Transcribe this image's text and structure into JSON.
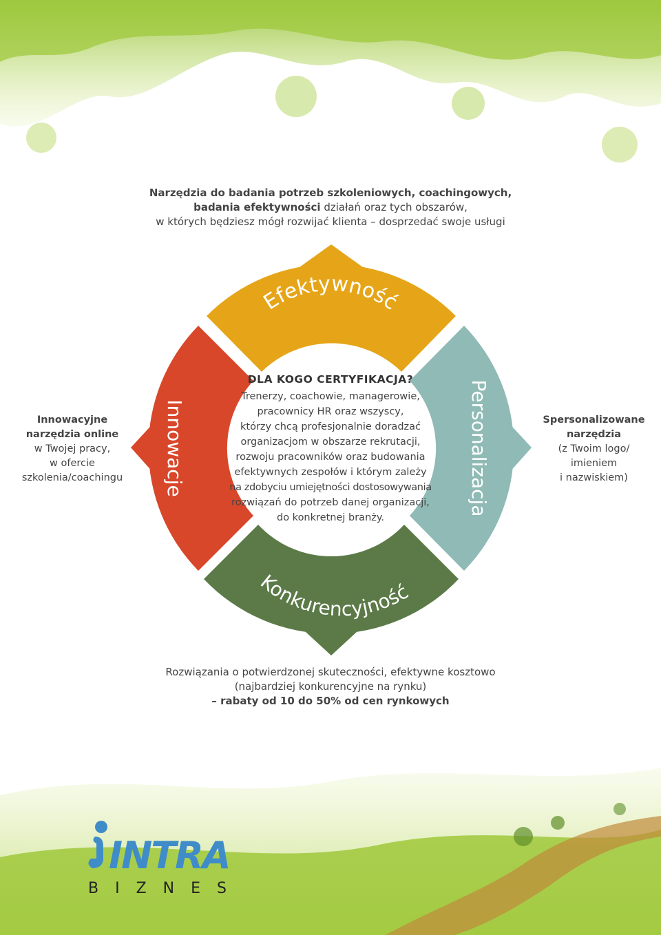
{
  "intro": {
    "line1": "Narzędzia do badania potrzeb szkoleniowych, coachingowych,",
    "line2_bold": "badania efektywności",
    "line2_rest": " działań oraz tych obszarów,",
    "line3": "w których będziesz mógł rozwijać klienta – dosprzedać swoje usługi"
  },
  "segments": {
    "top": "Efektywność",
    "left": "Innowacje",
    "right": "Personalizacja",
    "bottom": "Konkurencyjność"
  },
  "center": {
    "title": "DLA KOGO CERTYFIKACJA?",
    "lines": [
      "Trenerzy, coachowie, managerowie,",
      "pracownicy HR oraz wszyscy,",
      "którzy chcą profesjonalnie doradzać",
      "organizacjom w obszarze rekrutacji,",
      "rozwoju pracowników oraz budowania",
      "efektywnych zespołów i którym zależy",
      "na zdobyciu umiejętności dostosowywania",
      "rozwiązań do potrzeb danej organizacji,",
      "do konkretnej branży."
    ]
  },
  "left_note": {
    "bold1": "Innowacyjne",
    "bold2": "narzędzia online",
    "line3": "w Twojej pracy,",
    "line4": "w ofercie",
    "line5": "szkolenia/coachingu"
  },
  "right_note": {
    "bold1": "Spersonalizowane",
    "bold2": "narzędzia",
    "line3": "(z Twoim logo/",
    "line4": "imieniem",
    "line5": "i nazwiskiem)"
  },
  "bottom_note": {
    "line1": "Rozwiązania o potwierdzonej skuteczności, efektywne kosztowo",
    "line2": "(najbardziej konkurencyjne na rynku)",
    "line3_bold": "– rabaty od 10 do 50% od cen rynkowych"
  },
  "logo": {
    "word": "INTRA",
    "sub": "BIZNES"
  },
  "colors": {
    "efektywnosc": "#E6A518",
    "innowacje": "#D8472A",
    "personalizacja": "#8FBAB6",
    "konkurencyjnosc": "#5B7A47",
    "logo_blue": "#3F8CC9"
  }
}
